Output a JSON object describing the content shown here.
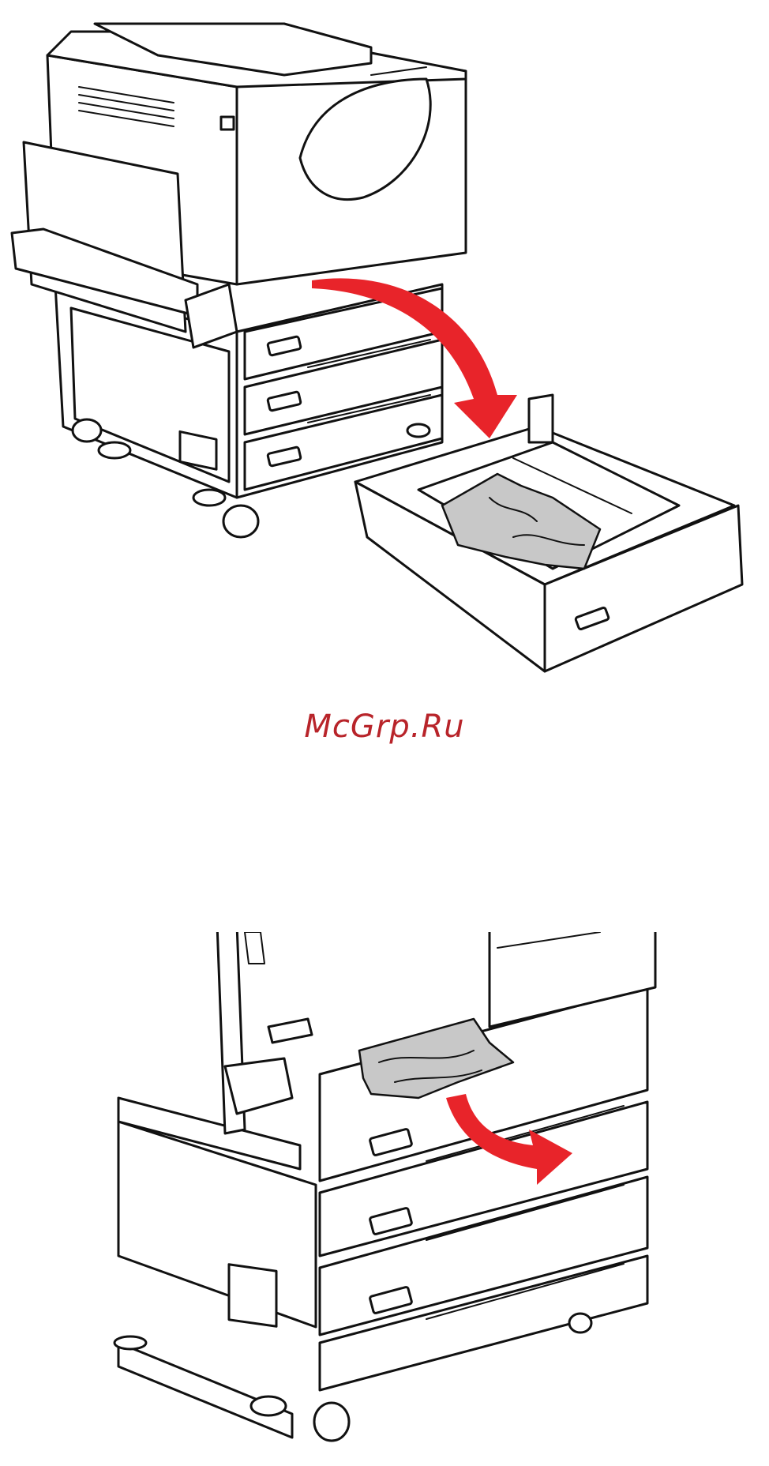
{
  "watermark": {
    "text": "McGrp.Ru"
  },
  "figures": [
    {
      "name": "printer-remove-tray-illustration",
      "arrow_color": "#e8242a",
      "paper_color": "#c8c8c8"
    },
    {
      "name": "printer-pull-jammed-paper-illustration",
      "arrow_color": "#e8242a",
      "paper_color": "#c8c8c8"
    }
  ],
  "colors": {
    "line": "#111111",
    "background": "#ffffff",
    "watermark": "#b8242a"
  }
}
